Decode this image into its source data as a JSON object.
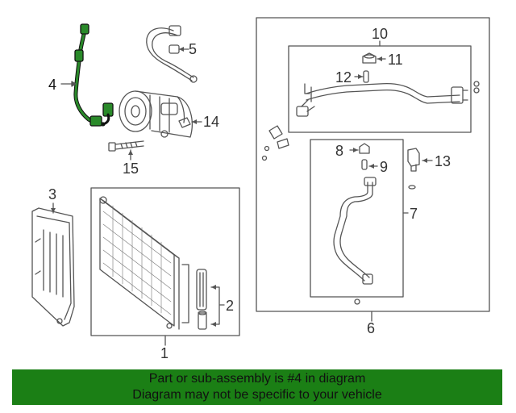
{
  "callouts": {
    "n1": "1",
    "n2": "2",
    "n3": "3",
    "n4": "4",
    "n5": "5",
    "n6": "6",
    "n7": "7",
    "n8": "8",
    "n9": "9",
    "n10": "10",
    "n11": "11",
    "n12": "12",
    "n13": "13",
    "n14": "14",
    "n15": "15"
  },
  "banner": {
    "line1": "Part or sub-assembly is #4 in diagram",
    "line2": "Diagram may not be specific to your vehicle"
  },
  "colors": {
    "highlight_part": "#1f7a1f",
    "banner_bg": "#1b7f15",
    "line": "#555555"
  }
}
